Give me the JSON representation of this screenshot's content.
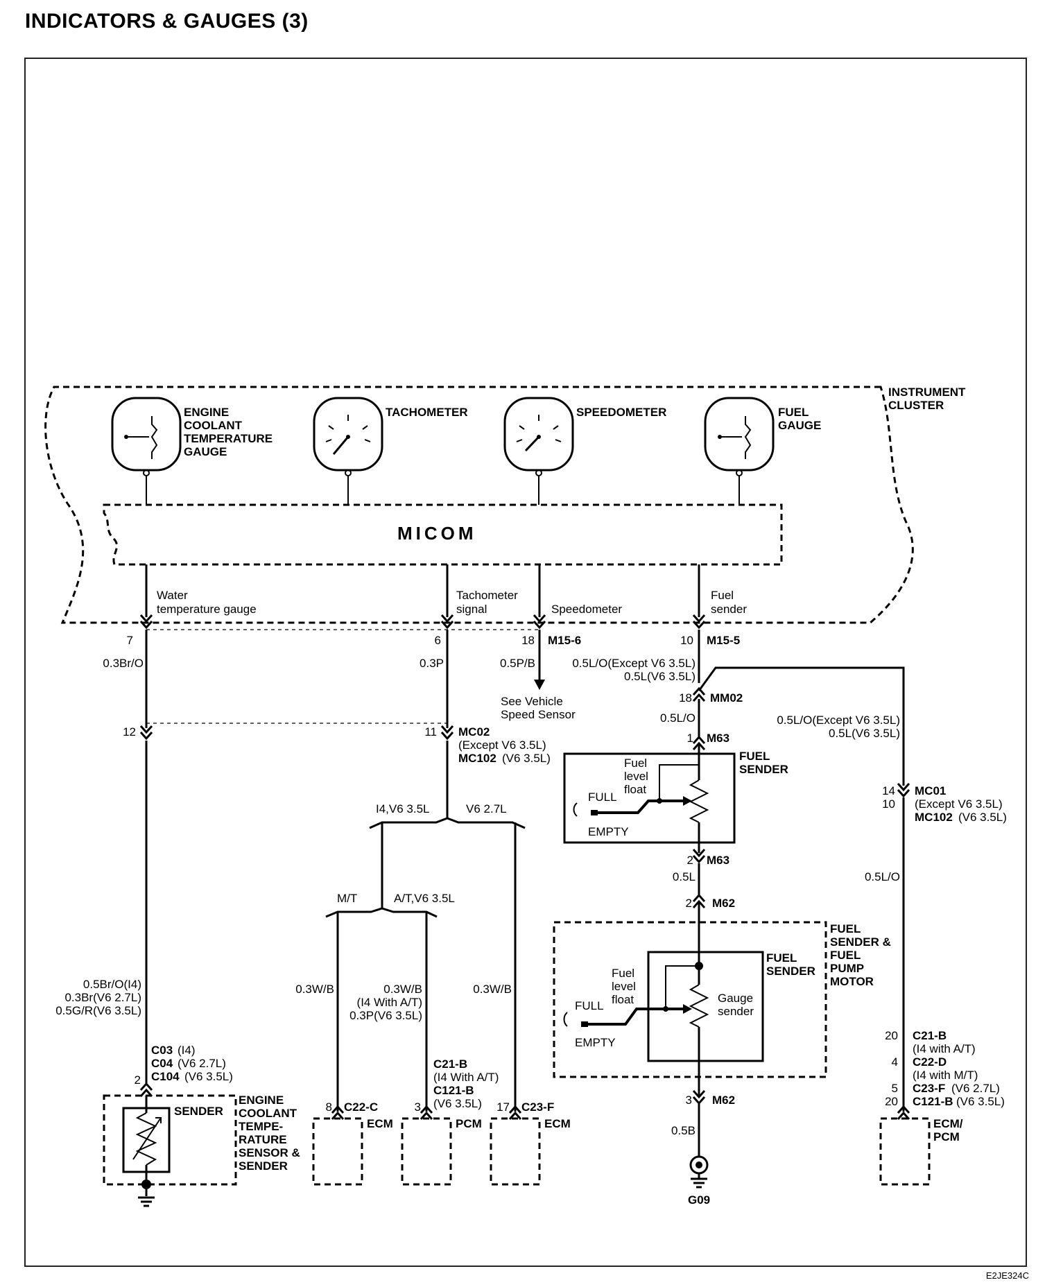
{
  "title": "INDICATORS & GAUGES (3)",
  "ref_code": "E2JE324C",
  "cluster": {
    "label_line1": "INSTRUMENT",
    "label_line2": "CLUSTER",
    "micom": "MICOM",
    "gauges": {
      "coolant": [
        "ENGINE",
        "COOLANT",
        "TEMPERATURE",
        "GAUGE"
      ],
      "tach": "TACHOMETER",
      "speedo": "SPEEDOMETER",
      "fuel": [
        "FUEL",
        "GAUGE"
      ]
    },
    "signals": {
      "water": [
        "Water",
        "temperature gauge"
      ],
      "tach": [
        "Tachometer",
        "signal"
      ],
      "speedo": "Speedometer",
      "fuel": [
        "Fuel",
        "sender"
      ]
    }
  },
  "pins": {
    "p7": "7",
    "p6": "6",
    "p18": "18",
    "m15_6": "M15-6",
    "p10": "10",
    "m15_5": "M15-5",
    "p12": "12",
    "p11": "11",
    "mc02": "MC02",
    "mc02_except": "(Except V6 3.5L)",
    "mc102": "MC102",
    "mc102_v6": "(V6 3.5L)",
    "p18b": "18",
    "mm02": "MM02",
    "p1": "1",
    "m63a": "M63",
    "p2": "2",
    "m63b": "M63",
    "p2b": "2",
    "m62a": "M62",
    "p3": "3",
    "m62b": "M62",
    "p14": "14",
    "mc01": "MC01",
    "p10b": "10",
    "mc01_except": "(Except V6 3.5L)",
    "mc102b": "MC102",
    "mc102b_v6": "(V6 3.5L)",
    "p2c": "2",
    "c03": "C03",
    "c03_i4": "(I4)",
    "c04": "C04",
    "c04_v6": "(V6 2.7L)",
    "c104": "C104",
    "c104_v6": "(V6 3.5L)",
    "p8": "8",
    "c22c": "C22-C",
    "p3b": "3",
    "p17": "17",
    "c23f": "C23-F",
    "c21b": "C21-B",
    "c21b_i4": "(I4 With A/T)",
    "c121b": "C121-B",
    "c121b_v6": "(V6 3.5L)",
    "p20": "20",
    "c21b2": "C21-B",
    "c21b2_i4": "(I4 with A/T)",
    "p4": "4",
    "c22d": "C22-D",
    "c22d_i4": "(I4 with M/T)",
    "p5": "5",
    "c23f2": "C23-F",
    "c23f2_v6": "(V6 2.7L)",
    "p20b": "20",
    "c121b2": "C121-B",
    "c121b2_v6": "(V6 3.5L)",
    "g09": "G09"
  },
  "wires": {
    "w03bro": "0.3Br/O",
    "w03p": "0.3P",
    "w05pb": "0.5P/B",
    "fuel_top_1": "0.5L/O(Except V6 3.5L)",
    "fuel_top_2": "0.5L(V6 3.5L)",
    "w05lo": "0.5L/O",
    "right_1": "0.5L/O(Except V6 3.5L)",
    "right_2": "0.5L(V6 3.5L)",
    "w05l": "0.5L",
    "w05lo_right": "0.5L/O",
    "w05b": "0.5B",
    "coolant_1": "0.5Br/O(I4)",
    "coolant_2": "0.3Br(V6 2.7L)",
    "coolant_3": "0.5G/R(V6 3.5L)",
    "w03wb_a": "0.3W/B",
    "w03wb_b": "0.3W/B",
    "w03wb_b2": "(I4 With A/T)",
    "w03p_b3": "0.3P(V6 3.5L)",
    "w03wb_c": "0.3W/B"
  },
  "branches": {
    "i4v6": "I4,V6 3.5L",
    "v627": "V6 2.7L",
    "mt": "M/T",
    "atv6": "A/T,V6 3.5L"
  },
  "see_vss": [
    "See Vehicle",
    "Speed Sensor"
  ],
  "fuel_sender": {
    "title": [
      "FUEL",
      "SENDER"
    ],
    "float": [
      "Fuel",
      "level",
      "float"
    ],
    "full": "FULL",
    "empty": "EMPTY"
  },
  "pump": {
    "title": [
      "FUEL",
      "SENDER &",
      "FUEL",
      "PUMP",
      "MOTOR"
    ],
    "inner_title": [
      "FUEL",
      "SENDER"
    ],
    "float": [
      "Fuel",
      "level",
      "float"
    ],
    "gauge_sender": [
      "Gauge",
      "sender"
    ],
    "full": "FULL",
    "empty": "EMPTY"
  },
  "coolant_sender": {
    "sender": "SENDER",
    "title": [
      "ENGINE",
      "COOLANT",
      "TEMPE-",
      "RATURE",
      "SENSOR &",
      "SENDER"
    ]
  },
  "modules": {
    "ecm": "ECM",
    "pcm": "PCM",
    "ecm2": "ECM",
    "ecm_pcm": [
      "ECM/",
      "PCM"
    ]
  }
}
